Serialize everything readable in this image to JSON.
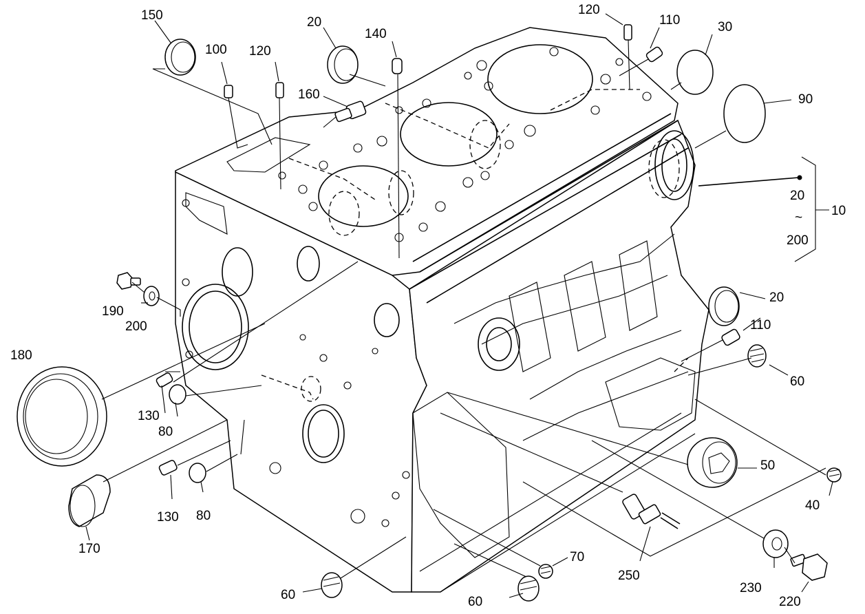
{
  "labels": {
    "p150": "150",
    "p100": "100",
    "p120a": "120",
    "p20a": "20",
    "p140": "140",
    "p160": "160",
    "p120b": "120",
    "p110a": "110",
    "p30": "30",
    "p90": "90",
    "g20": "20",
    "gtilde": "~",
    "g200": "200",
    "g10": "10",
    "p190": "190",
    "p200": "200",
    "p180": "180",
    "p20b": "20",
    "p110b": "110",
    "p60a": "60",
    "p130a": "130",
    "p80a": "80",
    "p50": "50",
    "p40": "40",
    "p130b": "130",
    "p80b": "80",
    "p170": "170",
    "p70": "70",
    "p250": "250",
    "p230": "230",
    "p220": "220",
    "p60b": "60",
    "p60c": "60"
  }
}
